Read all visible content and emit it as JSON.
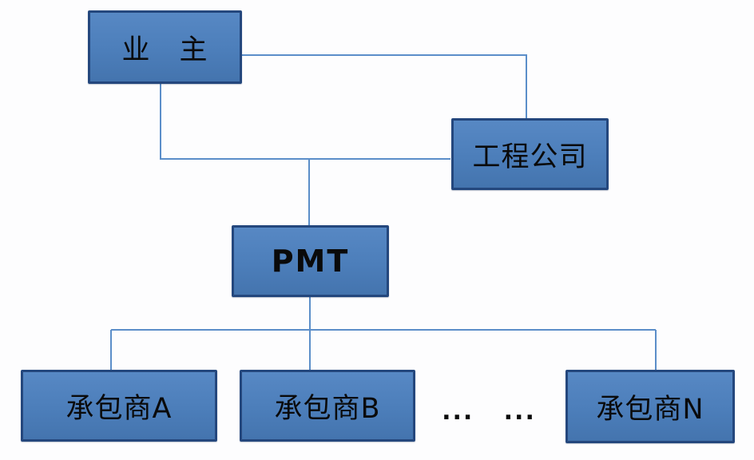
{
  "diagram": {
    "type": "org-chart",
    "colors": {
      "background": "#fdfdfe",
      "node_fill": "#4d80bc",
      "node_border": "#24477d",
      "connector": "#5b8ec9",
      "text": "#0a0a0a"
    },
    "nodes": {
      "owner": {
        "label": "业　主"
      },
      "engineering_company": {
        "label": "工程公司"
      },
      "pmt": {
        "label": "PMT"
      },
      "contractor_a": {
        "label": "承包商A"
      },
      "contractor_b": {
        "label": "承包商B"
      },
      "contractor_n": {
        "label": "承包商N"
      }
    },
    "ellipsis": "...   ...",
    "edges": [
      {
        "from": "owner",
        "to": "engineering_company"
      },
      {
        "from": "owner",
        "to": "pmt"
      },
      {
        "from": "pmt",
        "to": "contractor_a"
      },
      {
        "from": "pmt",
        "to": "contractor_b"
      },
      {
        "from": "pmt",
        "to": "contractor_n"
      }
    ]
  }
}
